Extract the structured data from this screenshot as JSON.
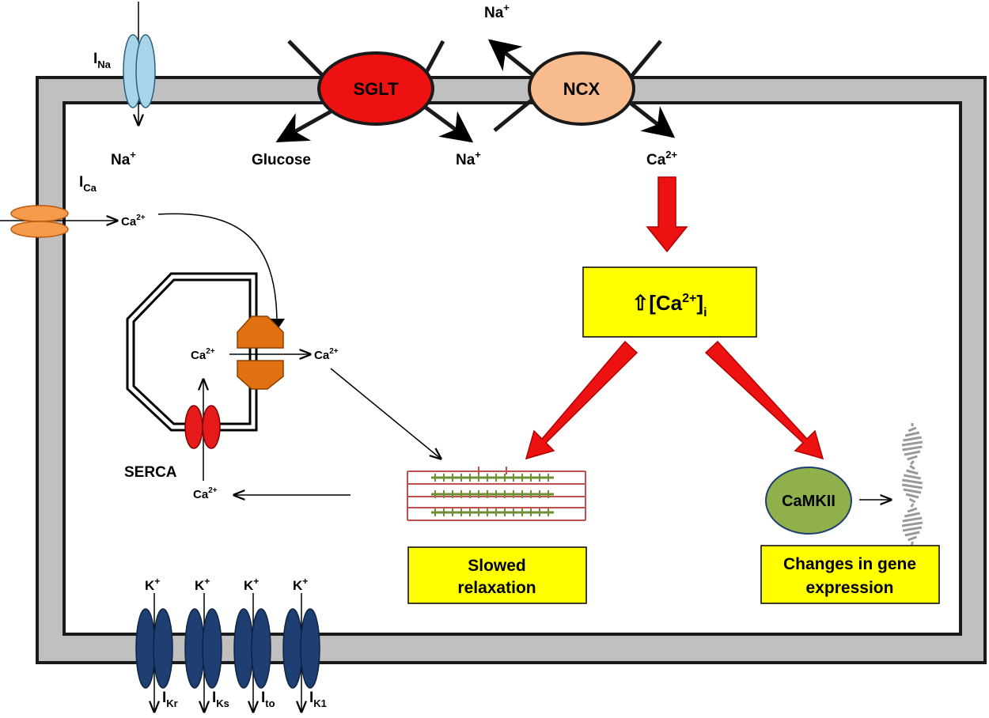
{
  "colors": {
    "membrane": "#c0c0c0",
    "membrane_edge": "#1a1a1a",
    "sglt": "#ee1111",
    "ncx": "#f8bb8e",
    "ina_channel": "#a9d5ea",
    "ica_channel": "#f79a4b",
    "k_channel": "#1f3f72",
    "serca": "#e61a1a",
    "ryr": "#e07010",
    "red_arrow": "#ee1111",
    "yellow_box": "#ffff00",
    "camkii": "#8fb04a",
    "myofilament_box": "#c0504d",
    "myofilament_line": "#6e8f35"
  },
  "labels": {
    "i_na_main": "I",
    "i_na_sub": "Na",
    "na_in_left": "Na",
    "na_in_left_sup": "+",
    "i_ca_main": "I",
    "i_ca_sub": "Ca",
    "ca_ica": "Ca",
    "ca_ica_sup": "2+",
    "sglt": "SGLT",
    "glucose": "Glucose",
    "na_sglt": "Na",
    "na_sglt_sup": "+",
    "ncx": "NCX",
    "na_out": "Na",
    "na_out_sup": "+",
    "ca_ncx": "Ca",
    "ca_ncx_sup": "2+",
    "ca_sr_in": "Ca",
    "ca_sr_in_sup": "2+",
    "ca_sr_out": "Ca",
    "ca_sr_out_sup": "2+",
    "serca": "SERCA",
    "ca_serca": "Ca",
    "ca_serca_sup": "2+",
    "camkii": "CaMKII",
    "k1": "K",
    "k1_sup": "+",
    "k2": "K",
    "k2_sup": "+",
    "k3": "K",
    "k3_sup": "+",
    "k4": "K",
    "k4_sup": "+",
    "ikr_main": "I",
    "ikr_sub": "Kr",
    "iks_main": "I",
    "iks_sub": "Ks",
    "ito_main": "I",
    "ito_sub": "to",
    "ik1_main": "I",
    "ik1_sub": "K1"
  },
  "boxes": {
    "ca_rise": {
      "arrow": "⇧",
      "main": "[Ca",
      "sup": "2+",
      "close": "]",
      "sub": "i"
    },
    "slowed_relaxation": {
      "line1": "Slowed",
      "line2": "relaxation"
    },
    "gene_expression": {
      "line1": "Changes in gene",
      "line2": "expression"
    }
  }
}
